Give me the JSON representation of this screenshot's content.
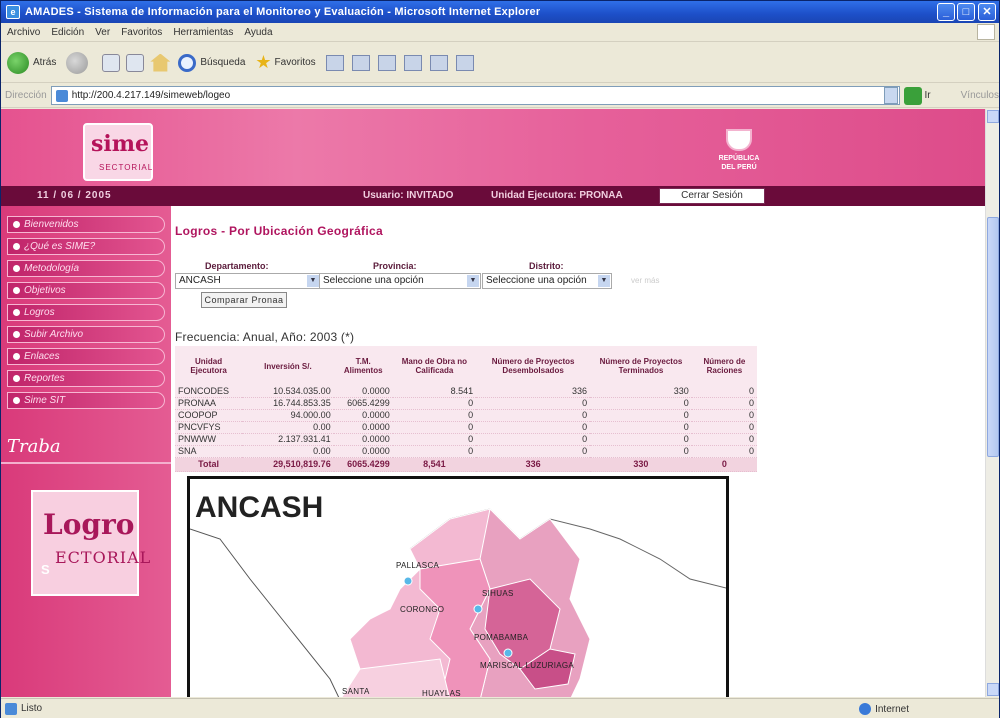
{
  "window": {
    "title": "AMADES - Sistema de Información para el Monitoreo y Evaluación - Microsoft Internet Explorer",
    "app_icon": "ie-icon"
  },
  "menubar": [
    "Archivo",
    "Edición",
    "Ver",
    "Favoritos",
    "Herramientas",
    "Ayuda"
  ],
  "toolbar": {
    "back": "Atrás",
    "search": "Búsqueda",
    "favorites": "Favoritos"
  },
  "address": {
    "label": "Dirección",
    "url": "http://200.4.217.149/simeweb/logeo",
    "go": "Ir",
    "links": "Vínculos"
  },
  "banner": {
    "logo_text": "sime",
    "logo_sub": "SECTORIAL",
    "republica": "REPÚBLICA DEL PERÚ"
  },
  "infobar": {
    "date": "11 / 06 / 2005",
    "user": "Usuario: INVITADO",
    "unit": "Unidad Ejecutora: PRONAA",
    "logout": "Cerrar Sesión"
  },
  "sidebar": {
    "items": [
      {
        "label": "Bienvenidos"
      },
      {
        "label": "¿Qué es SIME?"
      },
      {
        "label": "Metodología"
      },
      {
        "label": "Objetivos"
      },
      {
        "label": "Logros"
      },
      {
        "label": "Subir Archivo"
      },
      {
        "label": "Enlaces"
      },
      {
        "label": "Reportes"
      },
      {
        "label": "Sime SIT"
      }
    ],
    "traba": "Traba",
    "logro_a": "Logro",
    "logro_b": "ECTORIAL",
    "logro_c": "S"
  },
  "content": {
    "title": "Logros - Por Ubicación Geográfica",
    "departamento_label": "Departamento:",
    "provincia_label": "Provincia:",
    "distrito_label": "Distrito:",
    "departamento_value": "ANCASH",
    "provincia_value": "Seleccione una opción",
    "distrito_value": "Seleccione una opción",
    "ver_mas": "ver más",
    "compare_button": "Comparar Pronaa",
    "frecuencia": "Frecuencia: Anual, Año: 2003 (*)"
  },
  "table": {
    "headers": [
      "Unidad Ejecutora",
      "Inversión S/.",
      "T.M. Alimentos",
      "Mano de Obra no Calificada",
      "Número de Proyectos Desembolsados",
      "Número de Proyectos Terminados",
      "Número de Raciones"
    ],
    "rows": [
      [
        "FONCODES",
        "10.534.035.00",
        "0.0000",
        "8.541",
        "336",
        "330",
        "0"
      ],
      [
        "PRONAA",
        "16.744.853.35",
        "6065.4299",
        "0",
        "0",
        "0",
        "0"
      ],
      [
        "COOPOP",
        "94.000.00",
        "0.0000",
        "0",
        "0",
        "0",
        "0"
      ],
      [
        "PNCVFYS",
        "0.00",
        "0.0000",
        "0",
        "0",
        "0",
        "0"
      ],
      [
        "PNWWW",
        "2.137.931.41",
        "0.0000",
        "0",
        "0",
        "0",
        "0"
      ],
      [
        "SNA",
        "0.00",
        "0.0000",
        "0",
        "0",
        "0",
        "0"
      ]
    ],
    "total": [
      "Total",
      "29,510,819.76",
      "6065.4299",
      "8,541",
      "336",
      "330",
      "0"
    ]
  },
  "map": {
    "title": "ANCASH",
    "provinces": [
      "PALLASCA",
      "SIHUAS",
      "CORONGO",
      "POMABAMBA",
      "MARISCAL LUZURIAGA",
      "SANTA",
      "HUAYLAS"
    ]
  },
  "status": {
    "text": "Listo",
    "zone": "Internet"
  },
  "colors": {
    "brand_pink": "#e5528f",
    "dark_bar": "#6a0b3a",
    "title_pink": "#b0155f"
  }
}
